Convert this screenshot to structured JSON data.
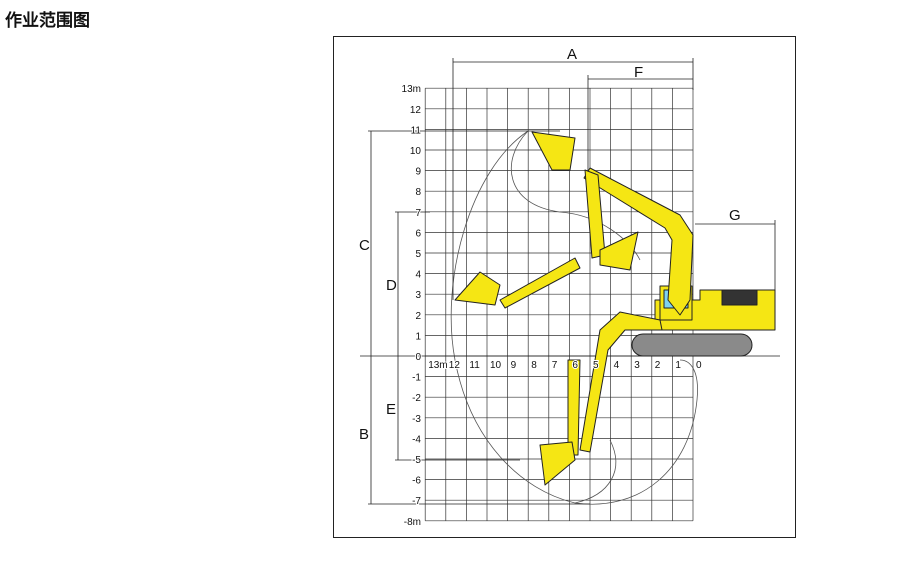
{
  "page_title": "作业范围图",
  "diagram": {
    "dimension_labels": {
      "A": "A",
      "B": "B",
      "C": "C",
      "D": "D",
      "E": "E",
      "F": "F",
      "G": "G"
    },
    "y_ticks": [
      "13m",
      "12",
      "11",
      "10",
      "9",
      "8",
      "7",
      "6",
      "5",
      "4",
      "3",
      "2",
      "1",
      "0",
      "-1",
      "-2",
      "-3",
      "-4",
      "-5",
      "-6",
      "-7",
      "-8m"
    ],
    "x_ticks": [
      "13m",
      "12",
      "11",
      "10",
      "9",
      "8",
      "7",
      "6",
      "5",
      "4",
      "3",
      "2",
      "1",
      "0"
    ],
    "colors": {
      "machine": "#f5e614",
      "window": "#7fd3f0",
      "track": "#8a8a8a",
      "grid": "#333333"
    }
  }
}
